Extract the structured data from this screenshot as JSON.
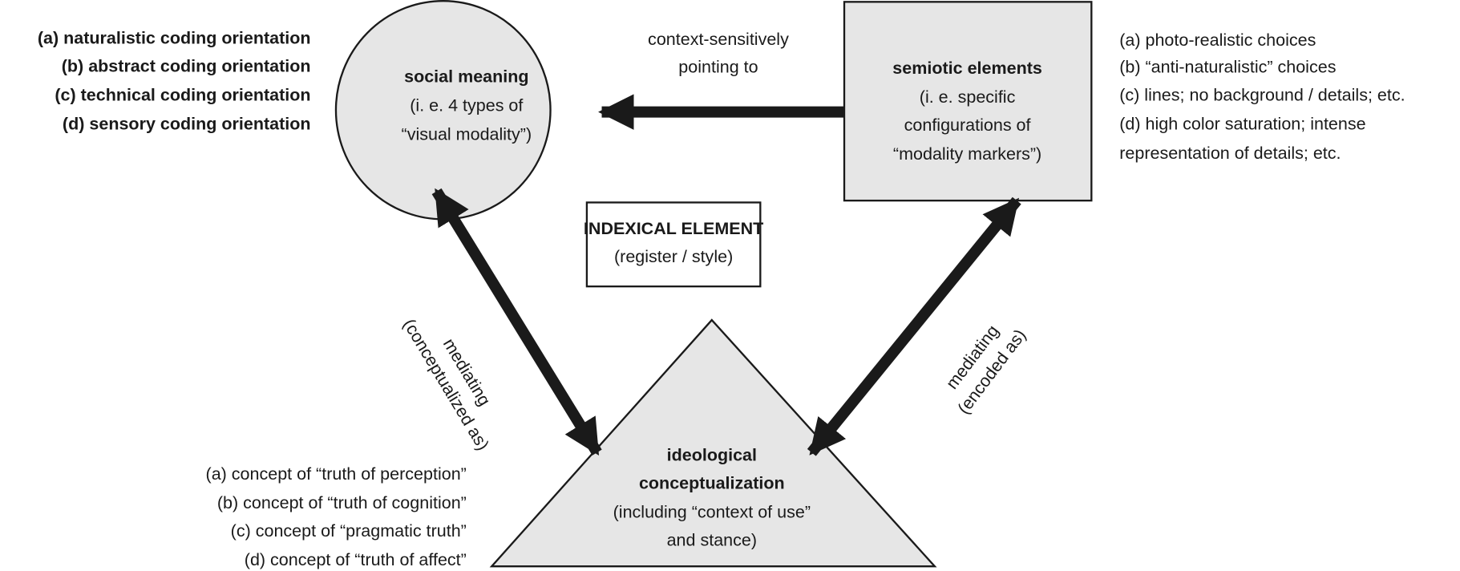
{
  "social_meaning": {
    "title": "social meaning",
    "lines": [
      "(i. e. 4 types of",
      "“visual modality”)"
    ]
  },
  "semiotic_elements": {
    "title": "semiotic elements",
    "lines": [
      "(i. e. specific",
      "configurations of",
      "“modality markers”)"
    ]
  },
  "indexical_element": {
    "title": "INDEXICAL ELEMENT",
    "subtitle": "(register / style)"
  },
  "ideological_conceptualization": {
    "title_lines": [
      "ideological",
      "conceptualization"
    ],
    "lines": [
      "(including “context of use”",
      "and stance)"
    ]
  },
  "top_arrow_label": [
    "context-sensitively",
    "pointing to"
  ],
  "left_arrow_label": [
    "mediating",
    "(conceptualized as)"
  ],
  "right_arrow_label": [
    "mediating",
    "(encoded as)"
  ],
  "coding_orientations": [
    "(a) naturalistic coding orientation",
    "(b) abstract coding orientation",
    "(c) technical coding orientation",
    "(d) sensory coding orientation"
  ],
  "modality_markers": [
    "(a) photo-realistic choices",
    "(b) “anti-naturalistic” choices",
    "(c) lines; no background / details; etc.",
    "(d) high color saturation; intense",
    "representation of details; etc."
  ],
  "truth_concepts": [
    "(a) concept of “truth of perception”",
    "(b) concept of “truth of cognition”",
    "(c) concept of “pragmatic truth”",
    "(d) concept of “truth of affect”"
  ],
  "colors": {
    "shape_fill": "#e6e6e6",
    "stroke": "#1a1a1a"
  }
}
